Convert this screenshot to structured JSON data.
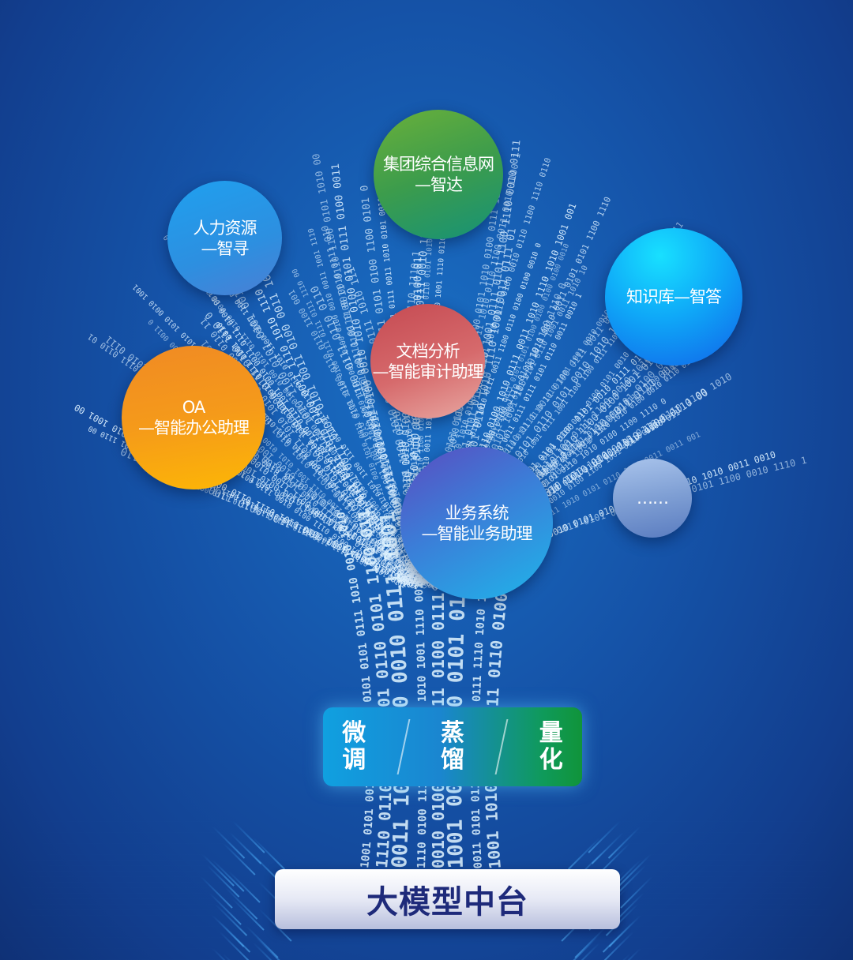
{
  "nodes": {
    "group_network": {
      "line1": "集团综合信息网",
      "line2": "—智达"
    },
    "hr": {
      "line1": "人力资源",
      "line2": "—智寻"
    },
    "knowledge": {
      "line1": "知识库—智答"
    },
    "doc_analysis": {
      "line1": "文档分析",
      "line2": "—智能审计助理"
    },
    "oa": {
      "line1": "OA",
      "line2": "—智能办公助理"
    },
    "business": {
      "line1": "业务系统",
      "line2": "—智能业务助理"
    },
    "more": {
      "line1": "……"
    }
  },
  "methods": [
    {
      "line1": "微",
      "line2": "调"
    },
    {
      "line1": "蒸",
      "line2": "馏"
    },
    {
      "line1": "量",
      "line2": "化"
    }
  ],
  "base": {
    "label": "大模型中台"
  },
  "binary_words": [
    "0110",
    "1010",
    "0010",
    "0111",
    "1110",
    "0101",
    "1001",
    "0100",
    "1100",
    "0011"
  ]
}
